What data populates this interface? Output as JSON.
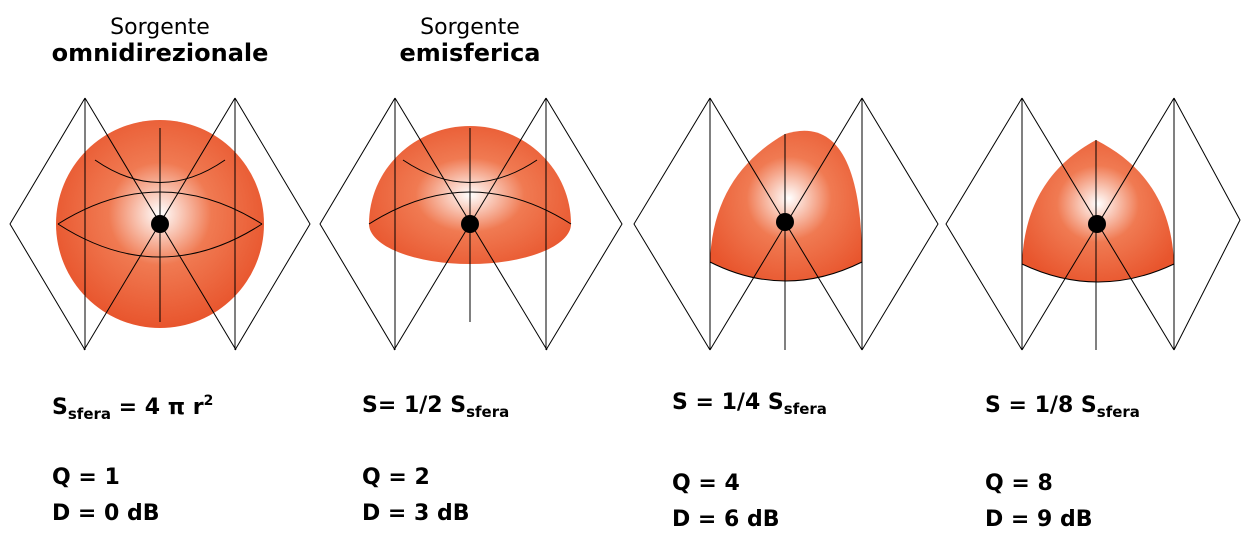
{
  "colors": {
    "fill_edge": "#e8552d",
    "fill_mid": "#f07a52",
    "fill_center": "#ffffff",
    "lines": "#000000",
    "center_dot": "#000000"
  },
  "panels": [
    {
      "title_light": "Sorgente",
      "title_bold": "omnidirezionale",
      "formula": {
        "main": "S",
        "sub": "sfera",
        "rest": " = 4 π r",
        "sup": "2"
      },
      "q": "Q = 1",
      "d": "D = 0 dB"
    },
    {
      "title_light": "Sorgente",
      "title_bold": "emisferica",
      "formula": {
        "main": "S= 1/2 S",
        "sub": "sfera",
        "rest": "",
        "sup": ""
      },
      "q": "Q = 2",
      "d": "D = 3 dB"
    },
    {
      "title_light": "",
      "title_bold": "",
      "formula": {
        "main": "S = 1/4 S",
        "sub": "sfera",
        "rest": "",
        "sup": ""
      },
      "q": "Q = 4",
      "d": "D = 6 dB"
    },
    {
      "title_light": "",
      "title_bold": "",
      "formula": {
        "main": "S = 1/8 S",
        "sub": "sfera",
        "rest": "",
        "sup": ""
      },
      "q": "Q = 8",
      "d": "D = 9 dB"
    }
  ]
}
